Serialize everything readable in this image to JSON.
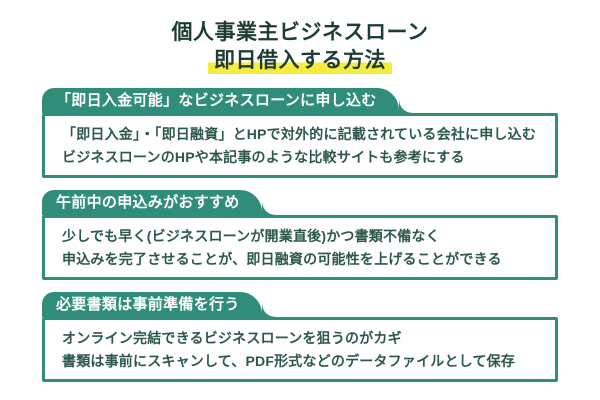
{
  "title": {
    "line1": "個人事業主ビジネスローン",
    "line2": "即日借入する方法"
  },
  "sections": [
    {
      "heading": "「即日入金可能」なビジネスローンに申し込む",
      "lines": [
        "「即日入金」・「即日融資」とHPで対外的に記載されている会社に申し込む",
        "ビジネスローンのHPや本記事のような比較サイトも参考にする"
      ]
    },
    {
      "heading": "午前中の申込みがおすすめ",
      "lines": [
        "少しでも早く(ビジネスローンが開業直後)かつ書類不備なく",
        "申込みを完了させることが、即日融資の可能性を上げることができる"
      ]
    },
    {
      "heading": "必要書類は事前準備を行う",
      "lines": [
        "オンライン完結できるビジネスローンを狙うのがカギ",
        "書類は事前にスキャンして、PDF形式などのデータファイルとして保存"
      ]
    }
  ],
  "colors": {
    "accent_green": "#2F8D79",
    "title_text": "#1E3C36",
    "body_text": "#2C574D",
    "highlight_yellow": "#F6EC3C",
    "background": "#FFFFFF"
  }
}
